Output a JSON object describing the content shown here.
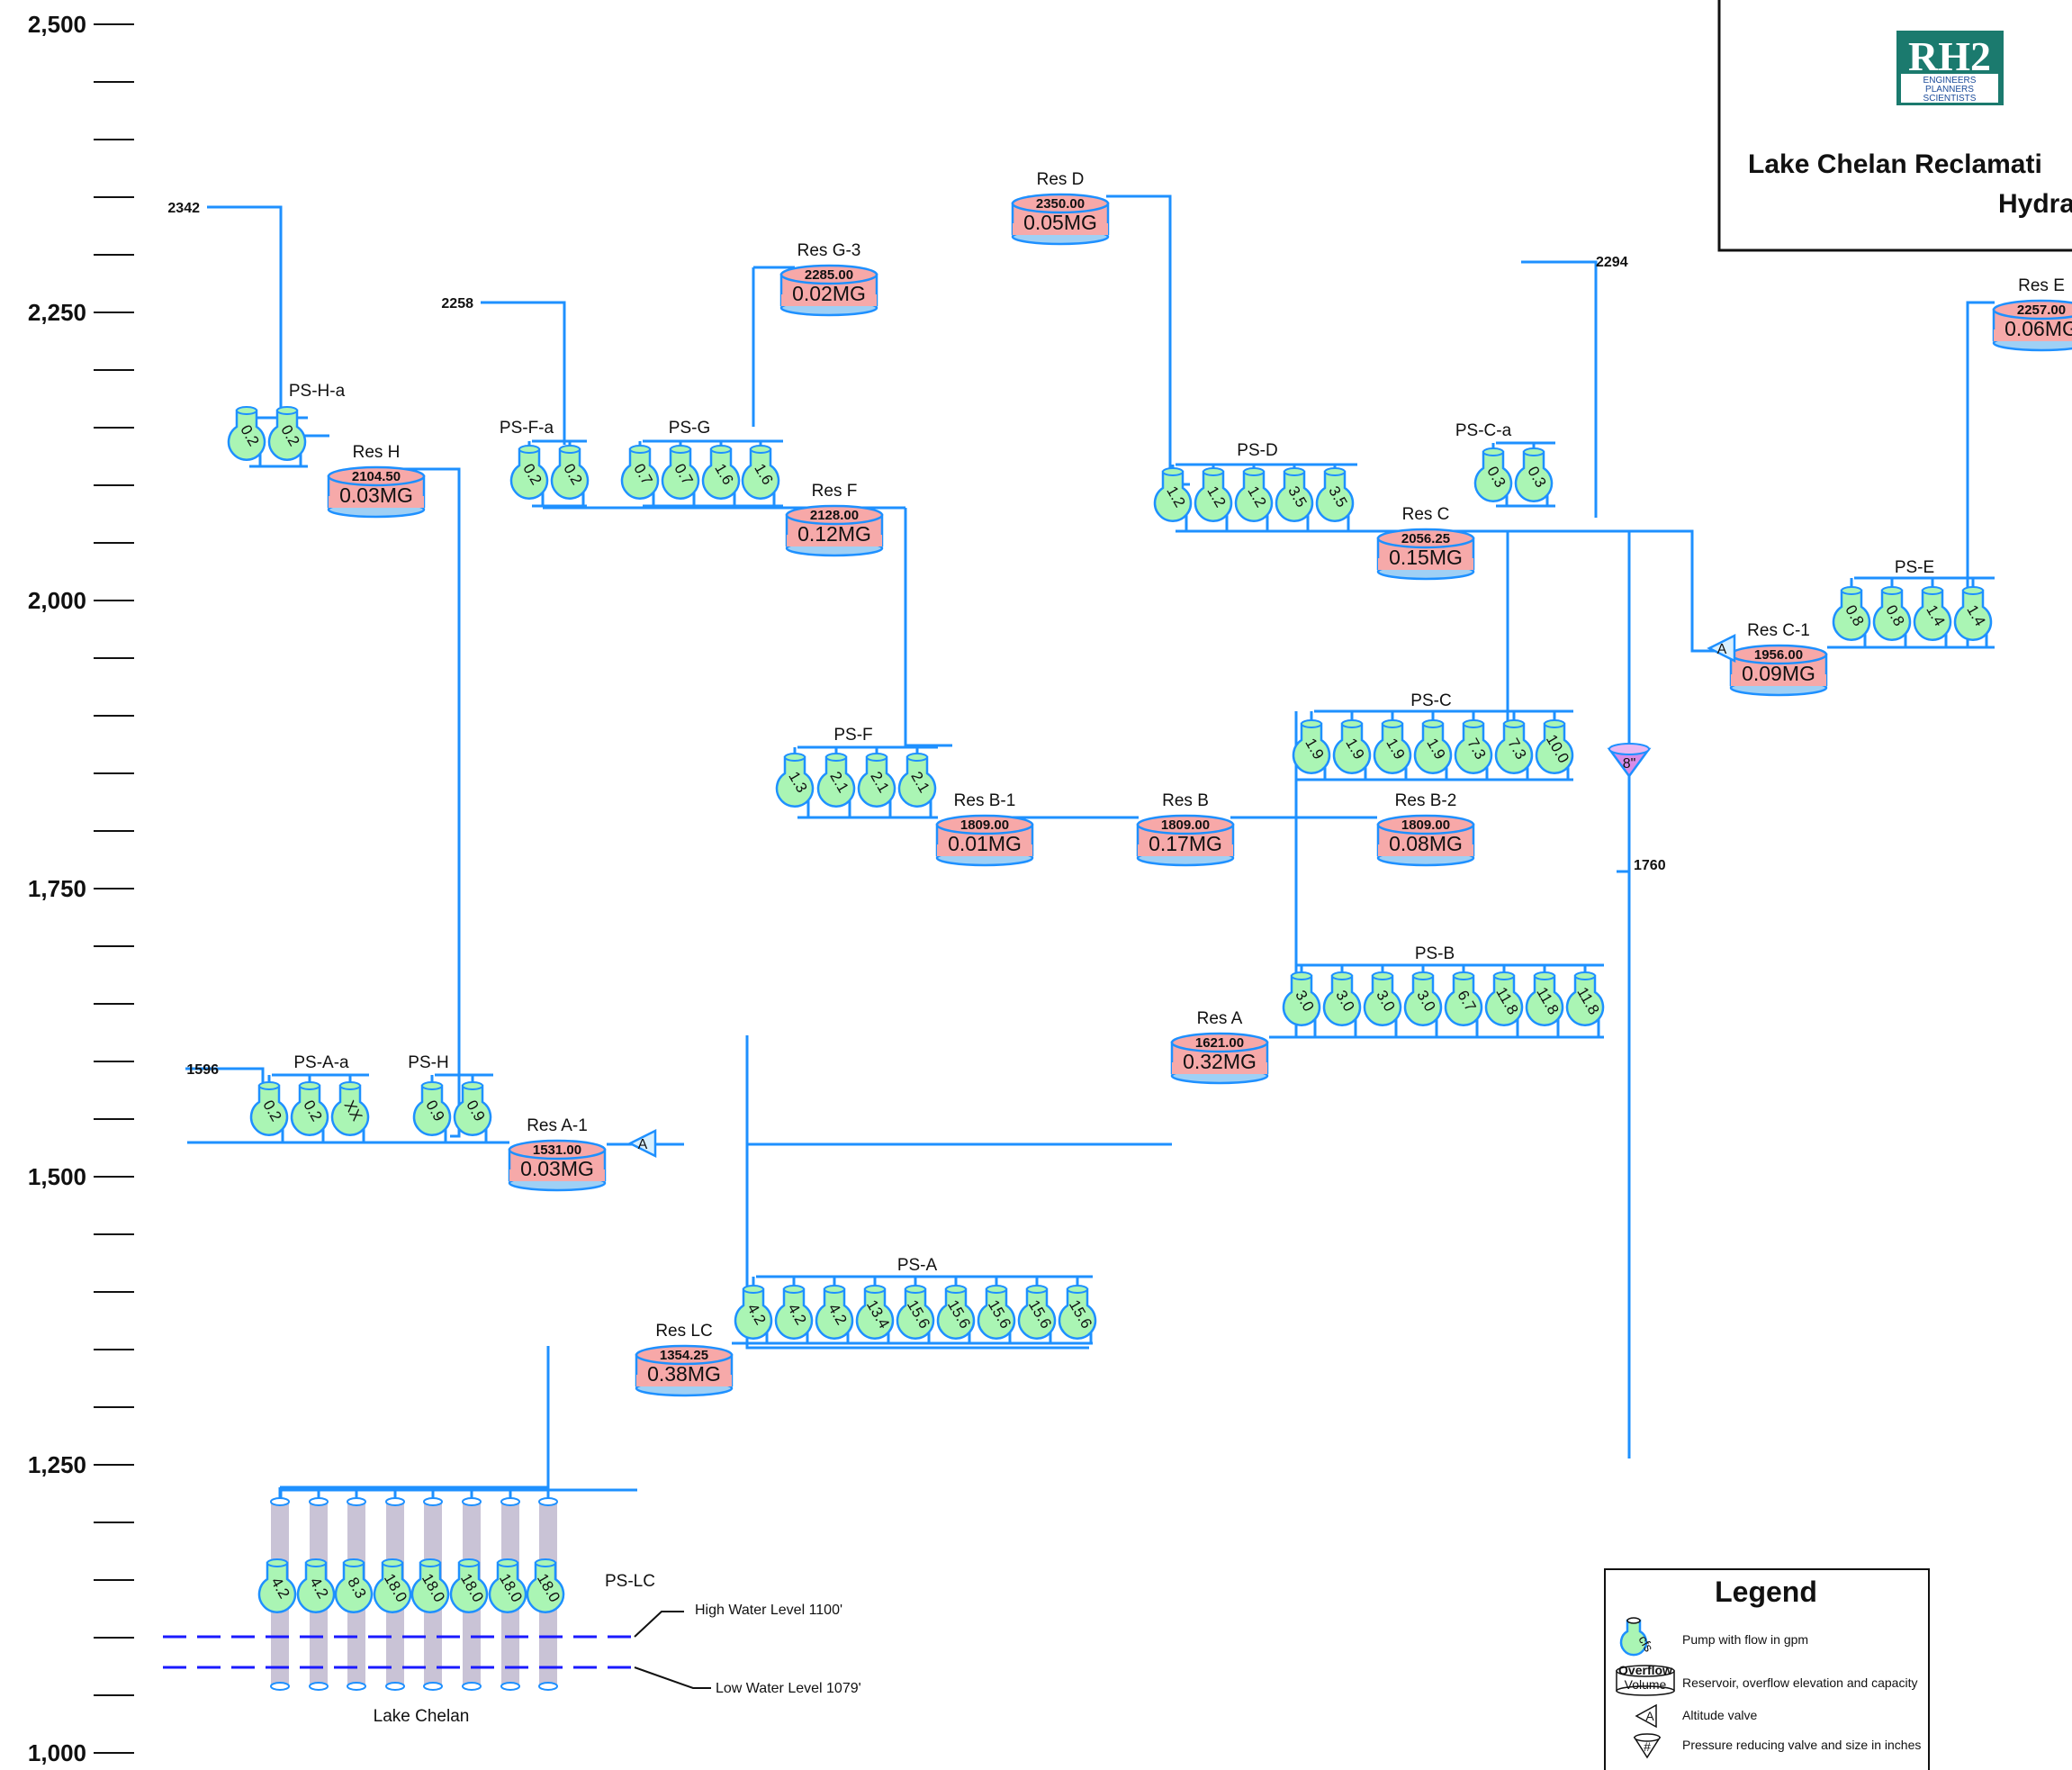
{
  "title": {
    "line1": "Lake Chelan Reclamati",
    "line2": "Hydra"
  },
  "logo": {
    "text": "RH2",
    "sub": [
      "ENGINEERS",
      "PLANNERS",
      "SCIENTISTS"
    ]
  },
  "axis": {
    "ticks": [
      "2,500",
      "2,250",
      "2,000",
      "1,750",
      "1,500",
      "1,250",
      "1,000"
    ]
  },
  "colors": {
    "pipe": "#1e90ff",
    "pump": "#aaf5b4",
    "reservoir": "#f6a9a9",
    "intake": "#c9c3d6",
    "water_level": "#1a1aff"
  },
  "reservoirs": [
    {
      "name": "Res D",
      "elev": "2350.00",
      "cap": "0.05MG"
    },
    {
      "name": "Res G-3",
      "elev": "2285.00",
      "cap": "0.02MG"
    },
    {
      "name": "Res E",
      "elev": "2257.00",
      "cap": "0.06MG"
    },
    {
      "name": "Res H",
      "elev": "2104.50",
      "cap": "0.03MG"
    },
    {
      "name": "Res F",
      "elev": "2128.00",
      "cap": "0.12MG"
    },
    {
      "name": "Res C",
      "elev": "2056.25",
      "cap": "0.15MG"
    },
    {
      "name": "Res C-1",
      "elev": "1956.00",
      "cap": "0.09MG"
    },
    {
      "name": "Res B-1",
      "elev": "1809.00",
      "cap": "0.01MG"
    },
    {
      "name": "Res B",
      "elev": "1809.00",
      "cap": "0.17MG"
    },
    {
      "name": "Res B-2",
      "elev": "1809.00",
      "cap": "0.08MG"
    },
    {
      "name": "Res A",
      "elev": "1621.00",
      "cap": "0.32MG"
    },
    {
      "name": "Res A-1",
      "elev": "1531.00",
      "cap": "0.03MG"
    },
    {
      "name": "Res LC",
      "elev": "1354.25",
      "cap": "0.38MG"
    }
  ],
  "pump_stations": [
    {
      "name": "PS-H-a",
      "pumps": [
        "0.2",
        "0.2"
      ]
    },
    {
      "name": "PS-F-a",
      "pumps": [
        "0.2",
        "0.2"
      ]
    },
    {
      "name": "PS-G",
      "pumps": [
        "0.7",
        "0.7",
        "1.6",
        "1.6"
      ]
    },
    {
      "name": "PS-D",
      "pumps": [
        "1.2",
        "1.2",
        "1.2",
        "3.5",
        "3.5"
      ]
    },
    {
      "name": "PS-C-a",
      "pumps": [
        "0.3",
        "0.3"
      ]
    },
    {
      "name": "PS-E",
      "pumps": [
        "0.8",
        "0.8",
        "1.4",
        "1.4"
      ]
    },
    {
      "name": "PS-C",
      "pumps": [
        "1.9",
        "1.9",
        "1.9",
        "1.9",
        "7.3",
        "7.3",
        "10.0"
      ]
    },
    {
      "name": "PS-F",
      "pumps": [
        "1.3",
        "2.1",
        "2.1",
        "2.1"
      ]
    },
    {
      "name": "PS-B",
      "pumps": [
        "3.0",
        "3.0",
        "3.0",
        "3.0",
        "6.7",
        "11.8",
        "11.8",
        "11.8"
      ]
    },
    {
      "name": "PS-A-a",
      "pumps": [
        "0.2",
        "0.2",
        "XX"
      ]
    },
    {
      "name": "PS-H",
      "pumps": [
        "0.9",
        "0.9"
      ]
    },
    {
      "name": "PS-A",
      "pumps": [
        "4.2",
        "4.2",
        "4.2",
        "13.4",
        "15.6",
        "15.6",
        "15.6",
        "15.6",
        "15.6"
      ]
    },
    {
      "name": "PS-LC",
      "pumps": [
        "4.2",
        "4.2",
        "8.3",
        "18.0",
        "18.0",
        "18.0",
        "18.0",
        "18.0"
      ]
    }
  ],
  "endpoints": [
    "2342",
    "2258",
    "2294",
    "1596",
    "1760"
  ],
  "valves": {
    "altitude": "A",
    "prv": "8\""
  },
  "water": {
    "high": "High Water Level 1100'",
    "low": "Low Water Level 1079'",
    "lake": "Lake Chelan"
  },
  "legend": {
    "title": "Legend",
    "items": [
      "Pump with flow in gpm",
      "Reservoir, overflow elevation and capacity",
      "Altitude valve",
      "Pressure reducing valve and size in inches"
    ],
    "pump_symbol": "cfs",
    "res_symbol_top": "Overflow",
    "res_symbol_bottom": "Volume",
    "prv_symbol": "#"
  }
}
